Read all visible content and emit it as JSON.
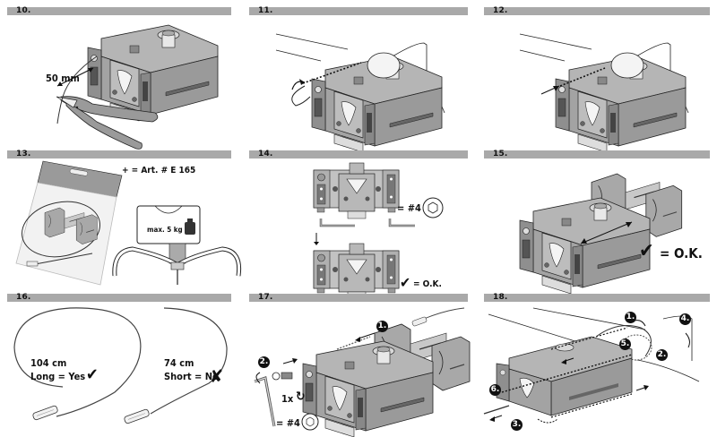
{
  "steps": [
    {
      "number": "10.",
      "labels": {
        "cut_length": "50 mm"
      }
    },
    {
      "number": "11.",
      "labels": {}
    },
    {
      "number": "12.",
      "labels": {}
    },
    {
      "number": "13.",
      "labels": {
        "accessory": "+ = Art. # E 165",
        "max_load": "max. 5 kg"
      }
    },
    {
      "number": "14.",
      "labels": {
        "tool_size": "= #4",
        "result": "= O.K."
      }
    },
    {
      "number": "15.",
      "labels": {
        "result": "= O.K."
      }
    },
    {
      "number": "16.",
      "labels": {
        "long_length": "104 cm",
        "long_verdict": "Long = Yes",
        "short_length": "74 cm",
        "short_verdict": "Short = No"
      }
    },
    {
      "number": "17.",
      "labels": {
        "badge_1": "1.",
        "badge_2": "2.",
        "turns": "1x",
        "tool_size": "= #4"
      }
    },
    {
      "number": "18.",
      "labels": {
        "badge_1": "1.",
        "badge_2": "2.",
        "badge_3": "3.",
        "badge_4": "4.",
        "badge_5": "5.",
        "badge_6": "6."
      }
    }
  ],
  "icons": {
    "check": "✔",
    "cross": "✘",
    "rotate": "↻"
  },
  "colors": {
    "header_bar": "#a9a9a9",
    "part_fill": "#9a9a9a",
    "part_light": "#c8c8c8",
    "line": "#222222"
  }
}
